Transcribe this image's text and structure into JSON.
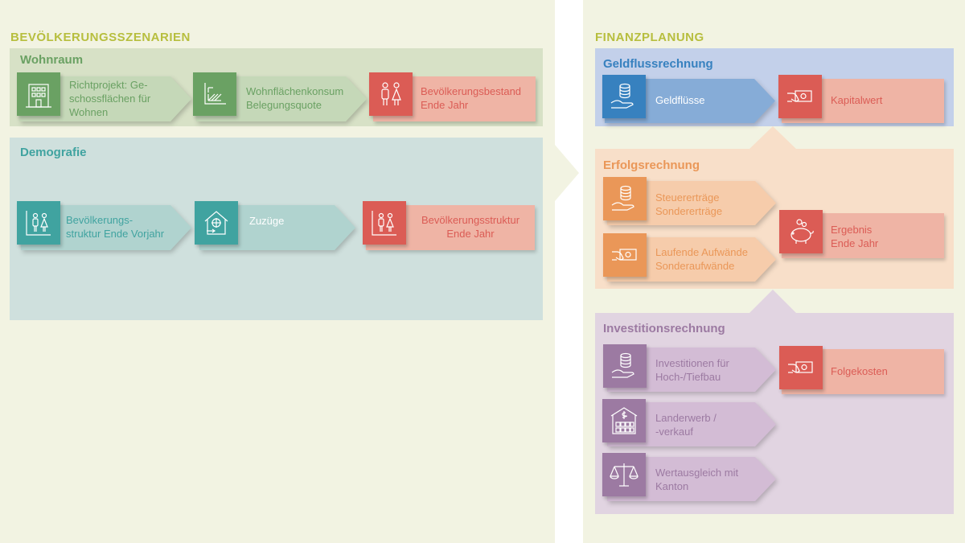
{
  "left": {
    "heading": "BEVÖLKERUNGSSZENARIEN",
    "wohnraum": {
      "title": "Wohnraum",
      "items": [
        {
          "label": "Richtprojekt: Ge-\nschossflächen für\nWohnen",
          "icon": "building-icon"
        },
        {
          "label": "Wohnflächenkonsum\nBelegungsquote",
          "icon": "floor-area-icon"
        },
        {
          "label": "Bevölkerungsbestand\nEnde Jahr",
          "icon": "people-icon"
        }
      ]
    },
    "demografie": {
      "title": "Demografie",
      "items": [
        {
          "label": "Bevölkerungs-\nstruktur Ende Vorjahr",
          "icon": "population-chart-icon"
        },
        {
          "label": "Zuzüge",
          "icon": "house-arrival-icon"
        },
        {
          "label": "Bevölkerungsstruktur\nEnde Jahr",
          "icon": "population-chart-icon"
        }
      ]
    }
  },
  "right": {
    "heading": "FINANZPLANUNG",
    "geldfluss": {
      "title": "Geldflussrechnung",
      "items": [
        {
          "label": "Geldflüsse",
          "icon": "coins-hand-icon"
        },
        {
          "label": "Kapitalwert",
          "icon": "money-hand-icon"
        }
      ]
    },
    "erfolg": {
      "title": "Erfolgsrechnung",
      "items": [
        {
          "label": "Steuererträge\nSondererträge",
          "icon": "coins-hand-icon"
        },
        {
          "label": "Laufende Aufwände\nSonderaufwände",
          "icon": "money-hand-icon"
        },
        {
          "label": "Ergebnis\nEnde Jahr",
          "icon": "piggy-bank-icon"
        }
      ]
    },
    "investition": {
      "title": "Investitionsrechnung",
      "items": [
        {
          "label": "Investitionen für\nHoch-/Tiefbau",
          "icon": "coins-hand-icon"
        },
        {
          "label": "Folgekosten",
          "icon": "money-hand-icon"
        },
        {
          "label": "Landerwerb /\n-verkauf",
          "icon": "land-building-icon"
        },
        {
          "label": "Wertausgleich mit\nKanton",
          "icon": "scales-icon"
        }
      ]
    }
  },
  "colors": {
    "green_dark": "#6aa163",
    "green_light": "#c5d8b8",
    "green_panel": "#d7e1c6",
    "teal_dark": "#40a3a0",
    "teal_light": "#b0d3cf",
    "teal_panel": "#cfe0dd",
    "red_dark": "#db5c55",
    "red_light": "#efb4a5",
    "blue_dark": "#3781bf",
    "blue_light": "#86acd7",
    "blue_panel": "#c3d0ea",
    "orange_dark": "#ea9758",
    "orange_light": "#f6ccab",
    "orange_panel": "#f8dfc9",
    "purple_dark": "#9c7aa2",
    "purple_light": "#d3bcd5",
    "purple_panel": "#e1d4e1",
    "heading": "#b7be3e"
  }
}
